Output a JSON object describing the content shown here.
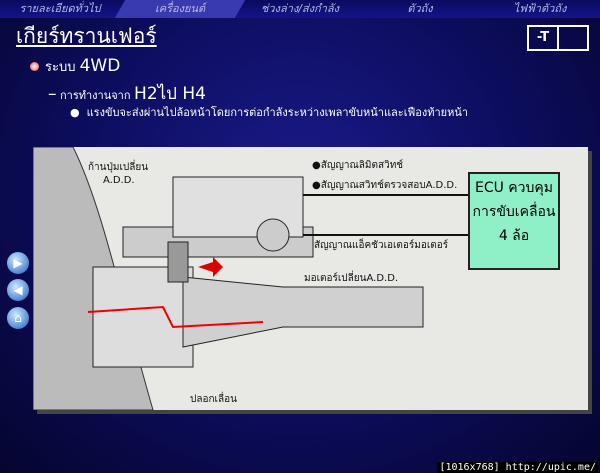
{
  "nav": {
    "items": [
      "รายละเอียดทั่วไป",
      "เครื่องยนต์",
      "ช่วงล่าง/ส่งกำลัง",
      "ตัวถัง",
      "ไฟฟ้าตัวถัง"
    ],
    "active": 1
  },
  "title": "เกียร์ทรานเฟอร์",
  "tbox": {
    "left": "-T",
    "right": ""
  },
  "bullets": {
    "system_label": "ระบบ",
    "system_value": "4WD",
    "op_label": "การทำงานจาก",
    "op_value": "H2ไป H4",
    "detail": "แรงขับจะส่งผ่านไปล้อหน้าโดยการต่อกำลังระหว่างเพลาขับหน้าและเฟืองท้ายหน้า"
  },
  "diagram": {
    "shift_rod": "ก้านปุ่มเปลี่ยน",
    "shift_rod2": "A.D.D.",
    "sig1": "●สัญญาณลิมิตสวิทช์",
    "sig2": "●สัญญาณสวิทช์ตรวจสอบA.D.D.",
    "sig3": "สัญญาณแอ็คชัวเอเตอร์มอเตอร์",
    "motor": "มอเตอร์เปลี่ยนA.D.D.",
    "sleeve": "ปลอกเลื่อน",
    "ecu": [
      "ECU ควบคุม",
      "การขับเคลื่อน",
      "4 ล้อ"
    ]
  },
  "side_buttons": [
    "next-icon",
    "previous-icon",
    "home-icon"
  ],
  "footer": "[1016x768] http://upic.me/"
}
